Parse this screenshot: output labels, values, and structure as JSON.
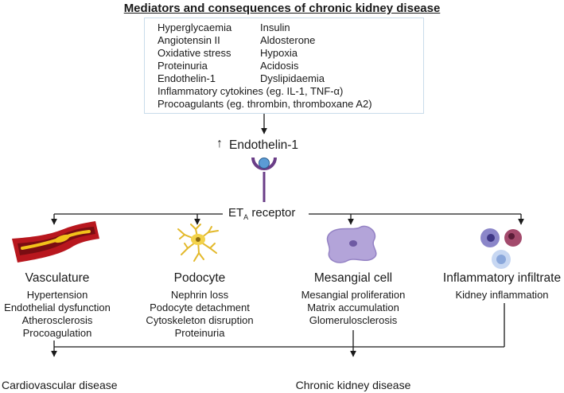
{
  "title": "Mediators and consequences of chronic kidney disease",
  "mediators": {
    "left": [
      "Hyperglycaemia",
      "Angiotensin II",
      "Oxidative stress",
      "Proteinuria",
      "Endothelin-1"
    ],
    "right": [
      "Insulin",
      "Aldosterone",
      "Hypoxia",
      "Acidosis",
      "Dyslipidaemia"
    ],
    "full": [
      "Inflammatory cytokines (eg. IL-1, TNF-α)",
      "Procoagulants (eg. thrombin, thromboxane A2)"
    ]
  },
  "increase_arrow": "↑",
  "endothelin_label": "Endothelin-1",
  "receptor": {
    "prefix": "ET",
    "subscript": "A",
    "suffix": " receptor"
  },
  "targets": [
    {
      "name": "Vasculature",
      "effects": [
        "Hypertension",
        "Endothelial dysfunction",
        "Atherosclerosis",
        "Procoagulation"
      ]
    },
    {
      "name": "Podocyte",
      "effects": [
        "Nephrin loss",
        "Podocyte detachment",
        "Cytoskeleton disruption",
        "Proteinuria"
      ]
    },
    {
      "name": "Mesangial cell",
      "effects": [
        "Mesangial proliferation",
        "Matrix accumulation",
        "Glomerulosclerosis"
      ]
    },
    {
      "name": "Inflammatory infiltrate",
      "effects": [
        "Kidney inflammation"
      ]
    }
  ],
  "outcomes": [
    "Cardiovascular disease",
    "Chronic kidney disease"
  ],
  "colors": {
    "receptor_purple": "#6a3d87",
    "ligand_blue": "#5b9bd5",
    "vessel_red": "#b8171e",
    "plaque_yellow": "#f2c21b",
    "podocyte_yellow": "#f3d24a",
    "mesangial_lavender": "#b3a4d9",
    "box_border": "#c9dcea"
  },
  "icons": [
    "blood-vessel-icon",
    "podocyte-icon",
    "mesangial-cell-icon",
    "immune-cells-icon",
    "receptor-icon"
  ]
}
